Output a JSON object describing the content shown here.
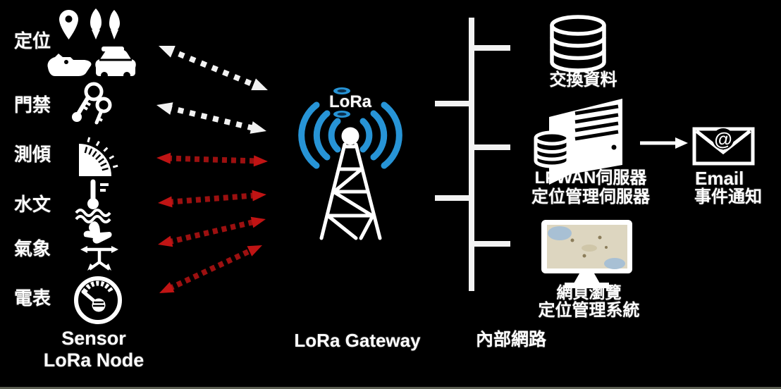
{
  "diagram": {
    "sensors": {
      "caption": [
        "Sensor",
        "LoRa Node"
      ],
      "items": [
        {
          "label": "定位",
          "icons": [
            "map-pin-icon",
            "fish-icon",
            "boat-icon",
            "car-icon"
          ]
        },
        {
          "label": "門禁",
          "icons": [
            "keys-icon"
          ]
        },
        {
          "label": "測傾",
          "icons": [
            "tilt-protractor-icon"
          ]
        },
        {
          "label": "水文",
          "icons": [
            "water-thermometer-icon"
          ]
        },
        {
          "label": "氣象",
          "icons": [
            "weather-vane-icon"
          ]
        },
        {
          "label": "電表",
          "icons": [
            "power-meter-gauge-icon"
          ]
        }
      ]
    },
    "gateway": {
      "logo": "LoRa",
      "caption": "LoRa Gateway"
    },
    "internal_network": {
      "caption": "內部網路",
      "database_label": "交換資料",
      "server_labels": [
        "LPWAN伺服器",
        "定位管理伺服器"
      ],
      "web_labels": [
        "網頁瀏覽",
        "定位管理系統"
      ]
    },
    "email": {
      "at_symbol": "@",
      "labels": [
        "Email",
        "事件通知"
      ]
    },
    "colors": {
      "background": "#000000",
      "blue": "#2794d6",
      "red_dash": "#9c1010",
      "red_head": "#c01414",
      "white": "#f5f5f5"
    }
  }
}
